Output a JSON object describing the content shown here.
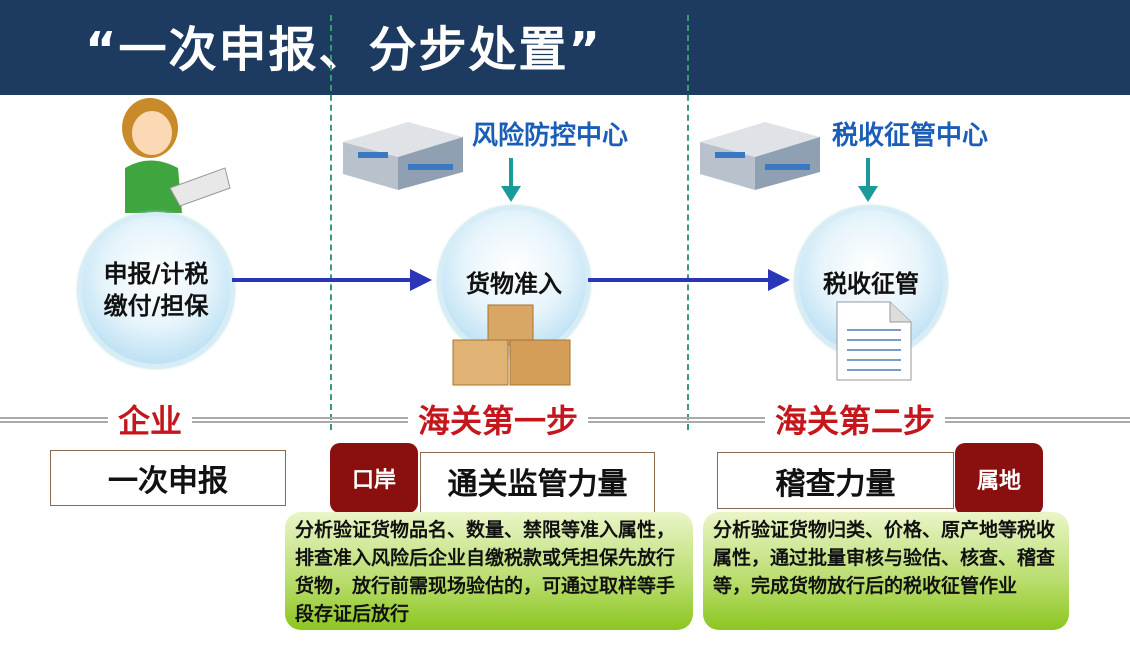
{
  "title": "“一次申报、分步处置”",
  "nodes": [
    {
      "line1": "申报/计税",
      "line2": "缴付/担保"
    },
    {
      "label": "货物准入",
      "center": "风险防控中心"
    },
    {
      "label": "税收征管",
      "center": "税收征管中心"
    }
  ],
  "sections": [
    "企业",
    "海关第一步",
    "海关第二步"
  ],
  "enterprise_box": "一次申报",
  "step1": {
    "tag": "口岸",
    "box": "通关监管力量",
    "desc": "分析验证货物品名、数量、禁限等准入属性，排查准入风险后企业自缴税款或凭担保先放行货物，放行前需现场验估的，可通过取样等手段存证后放行"
  },
  "step2": {
    "tag": "属地",
    "box": "稽查力量",
    "desc": "分析验证货物归类、价格、原产地等税收属性，通过批量审核与验估、核查、稽查等，完成货物放行后的税收征管作业"
  },
  "colors": {
    "header": "#1d3a60",
    "section": "#c4161c",
    "tag": "#8a0f0f",
    "center_label": "#1b5eb8",
    "arrow": "#2b35b8"
  }
}
